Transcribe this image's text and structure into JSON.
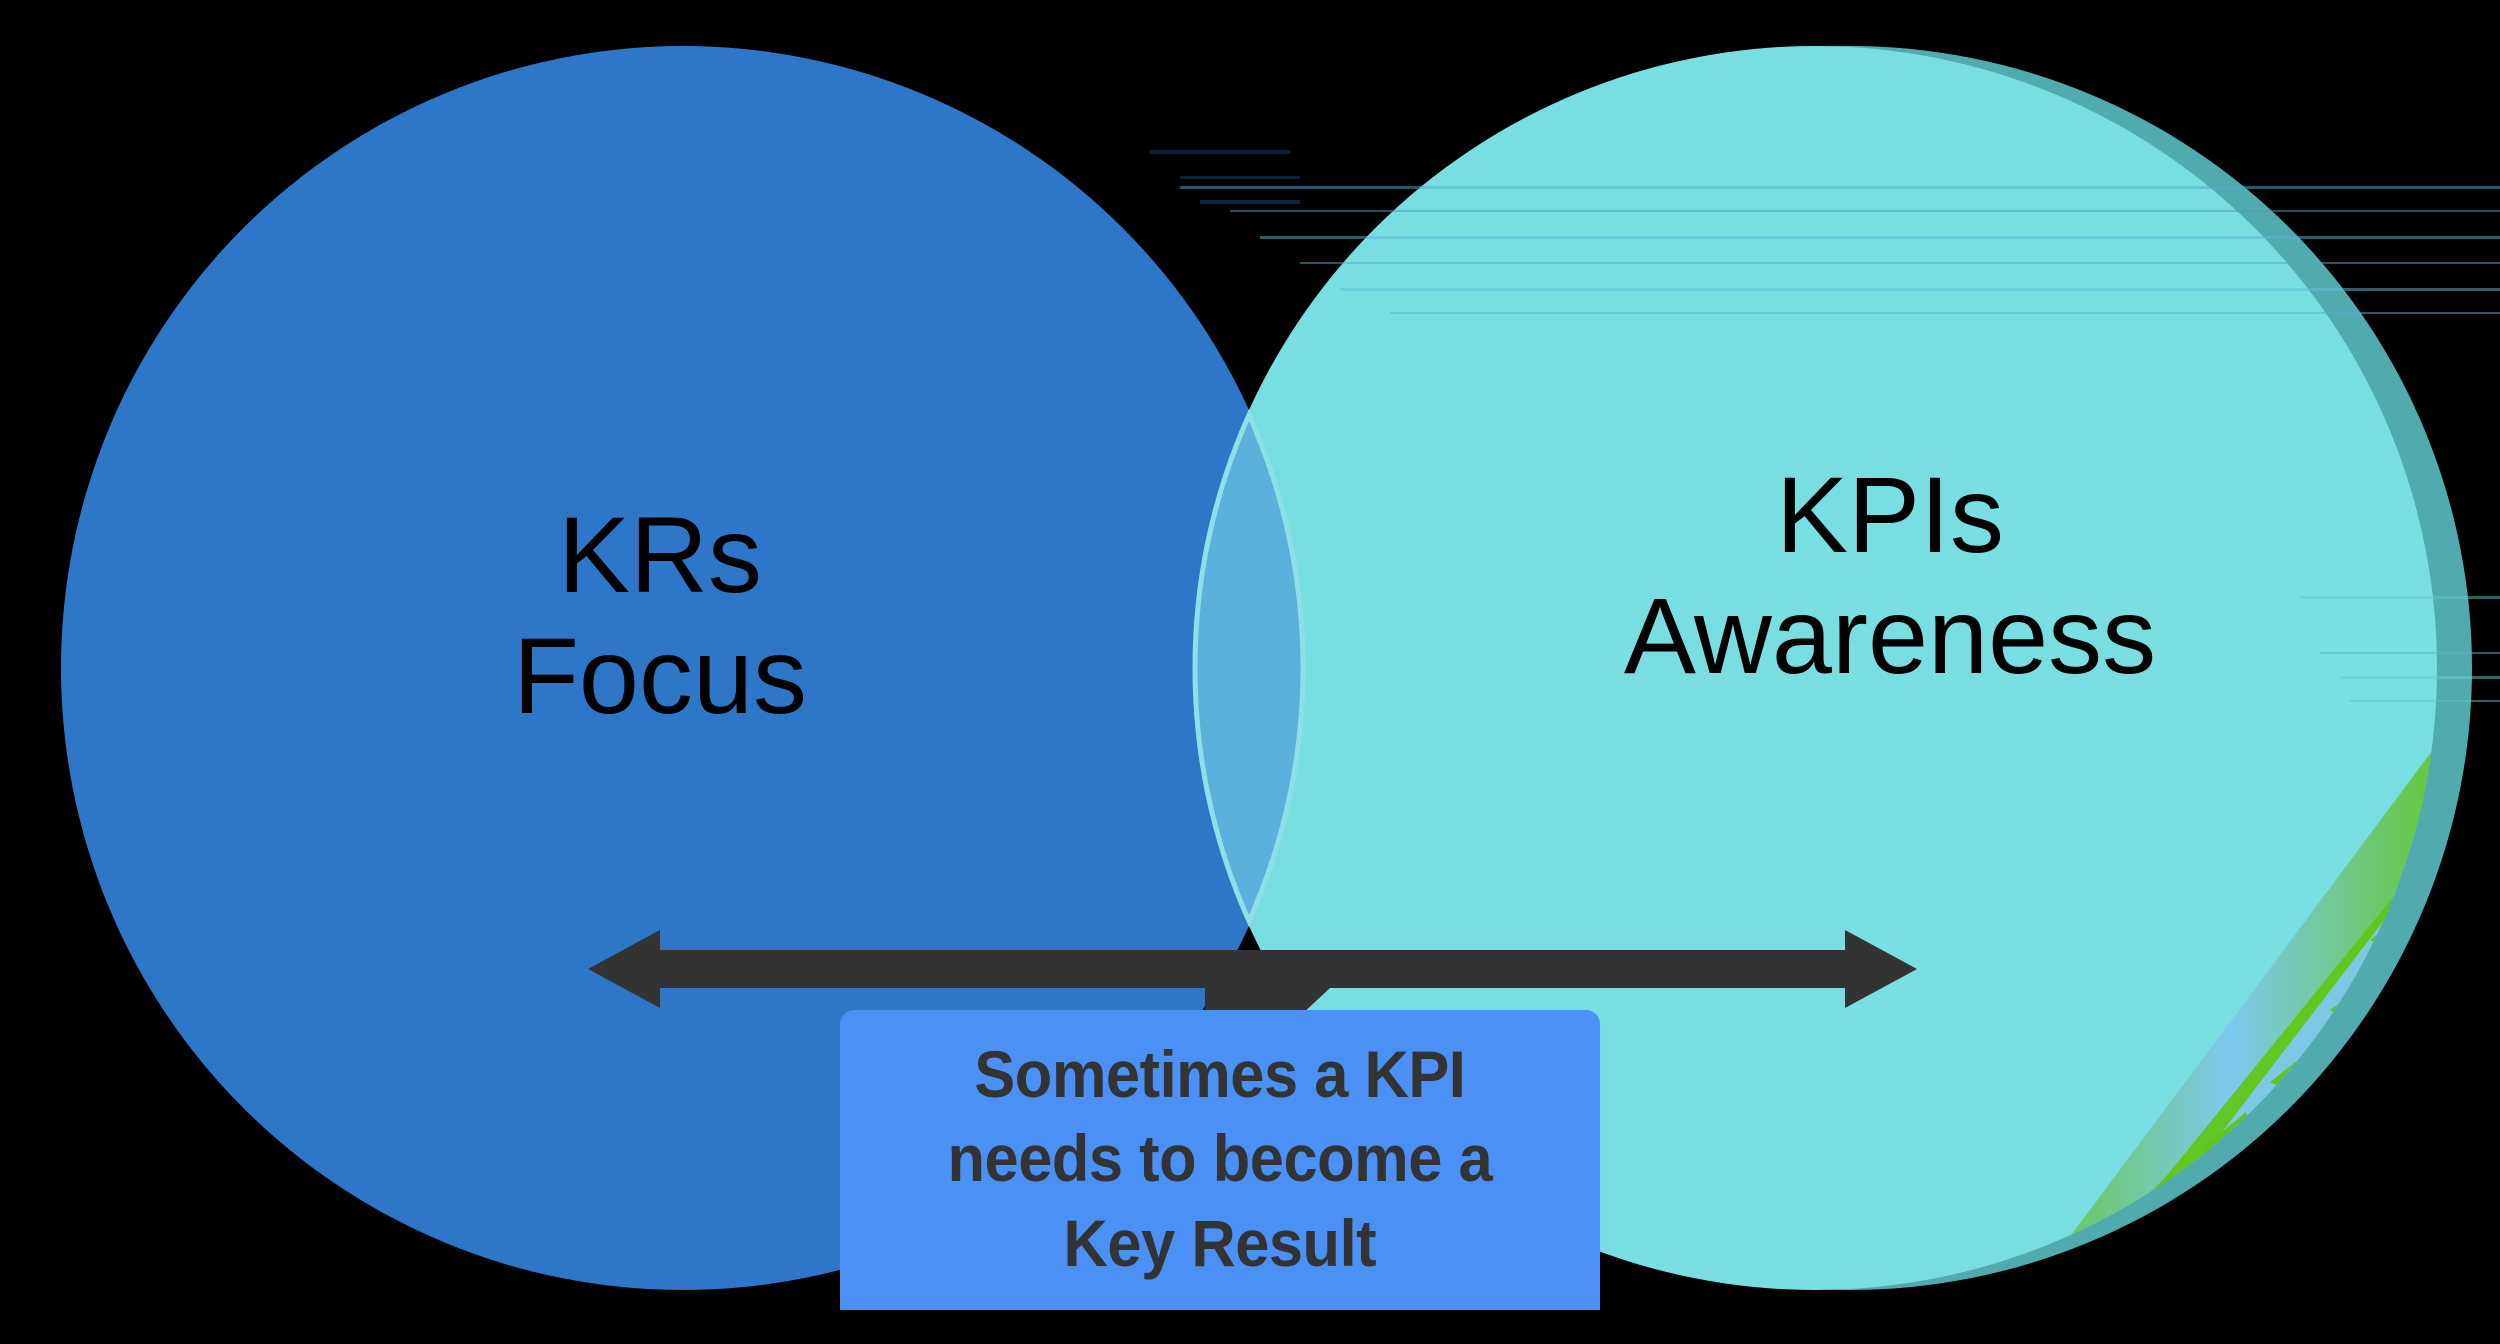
{
  "diagram": {
    "type": "venn",
    "title_present": false,
    "background_color": "#000000",
    "left_circle": {
      "name": "KRs circle",
      "fill_color": "#2e77c8",
      "label_lines": [
        "KRs",
        "Focus"
      ],
      "text_color": "#000000"
    },
    "right_circle": {
      "name": "KPIs circle",
      "fill_color": "#79dee1",
      "label_lines": [
        "KPIs",
        "Awareness"
      ],
      "text_color": "#000000"
    },
    "intersection": {
      "name": "overlap lens",
      "fill_color": "#5bb0dc",
      "label": ""
    },
    "arrow": {
      "name": "double headed arrow",
      "color": "#333333",
      "direction": "both"
    },
    "callout": {
      "name": "callout note",
      "fill_color": "#4a90f5",
      "text_color": "#333333",
      "lines": [
        "Sometimes a KPI",
        "needs to become a",
        "Key Result"
      ]
    },
    "artifact": {
      "name": "render glitch band",
      "green_color": "#5fc711",
      "blue_color": "#7ec8f0",
      "description": "diagonal striped band along lower right circle edge"
    }
  }
}
